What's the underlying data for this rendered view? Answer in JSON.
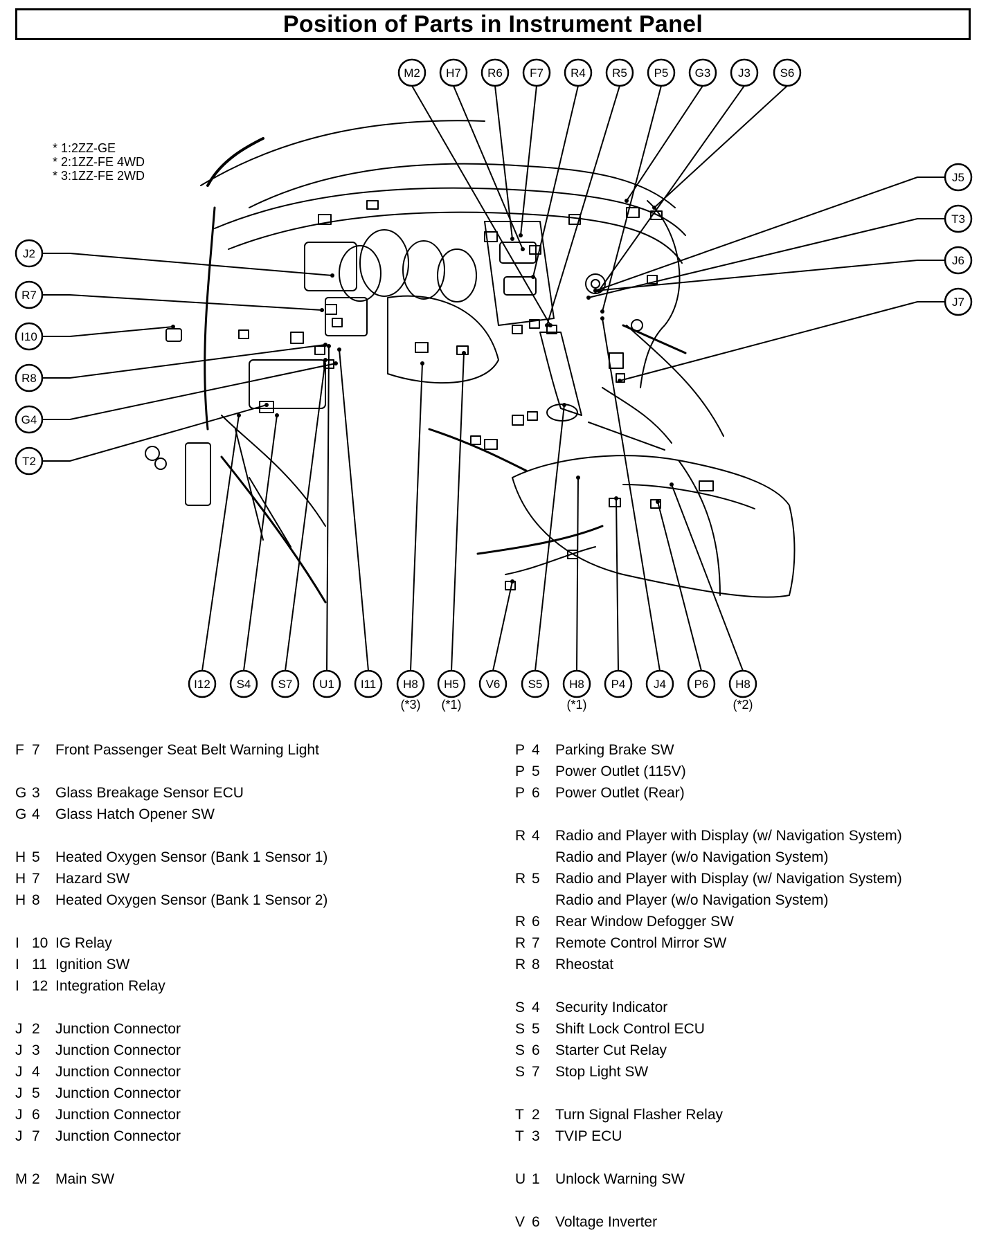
{
  "title": "Position of Parts in Instrument Panel",
  "notes": [
    "* 1:2ZZ-GE",
    "* 2:1ZZ-FE 4WD",
    "* 3:1ZZ-FE 2WD"
  ],
  "labels": {
    "top": [
      "M2",
      "H7",
      "R6",
      "F7",
      "R4",
      "R5",
      "P5",
      "G3",
      "J3",
      "S6"
    ],
    "right": [
      "J5",
      "T3",
      "J6",
      "J7"
    ],
    "left": [
      "J2",
      "R7",
      "I10",
      "R8",
      "G4",
      "T2"
    ],
    "bottom": [
      "I12",
      "S4",
      "S7",
      "U1",
      "I11",
      "H8",
      "H5",
      "V6",
      "S5",
      "H8",
      "P4",
      "J4",
      "P6",
      "H8"
    ],
    "bottom_sub": [
      "(*3)",
      "(*1)",
      "(*1)",
      "(*2)"
    ]
  },
  "legend_left": [
    {
      "l": "F",
      "n": "7",
      "t": "Front Passenger Seat Belt Warning Light"
    },
    {
      "gap": true
    },
    {
      "l": "G",
      "n": "3",
      "t": "Glass Breakage Sensor ECU"
    },
    {
      "l": "G",
      "n": "4",
      "t": "Glass Hatch Opener SW"
    },
    {
      "gap": true
    },
    {
      "l": "H",
      "n": "5",
      "t": "Heated Oxygen Sensor (Bank 1 Sensor 1)"
    },
    {
      "l": "H",
      "n": "7",
      "t": "Hazard SW"
    },
    {
      "l": "H",
      "n": "8",
      "t": "Heated Oxygen Sensor (Bank 1 Sensor 2)"
    },
    {
      "gap": true
    },
    {
      "l": "I",
      "n": "10",
      "t": "IG Relay"
    },
    {
      "l": "I",
      "n": "11",
      "t": "Ignition SW"
    },
    {
      "l": "I",
      "n": "12",
      "t": "Integration Relay"
    },
    {
      "gap": true
    },
    {
      "l": "J",
      "n": "2",
      "t": "Junction Connector"
    },
    {
      "l": "J",
      "n": "3",
      "t": "Junction Connector"
    },
    {
      "l": "J",
      "n": "4",
      "t": "Junction Connector"
    },
    {
      "l": "J",
      "n": "5",
      "t": "Junction Connector"
    },
    {
      "l": "J",
      "n": "6",
      "t": "Junction Connector"
    },
    {
      "l": "J",
      "n": "7",
      "t": "Junction Connector"
    },
    {
      "gap": true
    },
    {
      "l": "M",
      "n": "2",
      "t": "Main SW"
    }
  ],
  "legend_right": [
    {
      "l": "P",
      "n": "4",
      "t": "Parking Brake SW"
    },
    {
      "l": "P",
      "n": "5",
      "t": "Power Outlet (115V)"
    },
    {
      "l": "P",
      "n": "6",
      "t": "Power Outlet (Rear)"
    },
    {
      "gap": true
    },
    {
      "l": "R",
      "n": "4",
      "t": "Radio and Player with Display (w/ Navigation System)"
    },
    {
      "cont": "Radio and Player (w/o Navigation System)"
    },
    {
      "l": "R",
      "n": "5",
      "t": "Radio and Player with Display (w/ Navigation System)"
    },
    {
      "cont": "Radio and Player (w/o Navigation System)"
    },
    {
      "l": "R",
      "n": "6",
      "t": "Rear Window Defogger SW"
    },
    {
      "l": "R",
      "n": "7",
      "t": "Remote Control Mirror SW"
    },
    {
      "l": "R",
      "n": "8",
      "t": "Rheostat"
    },
    {
      "gap": true
    },
    {
      "l": "S",
      "n": "4",
      "t": "Security Indicator"
    },
    {
      "l": "S",
      "n": "5",
      "t": "Shift Lock Control ECU"
    },
    {
      "l": "S",
      "n": "6",
      "t": "Starter Cut Relay"
    },
    {
      "l": "S",
      "n": "7",
      "t": "Stop Light SW"
    },
    {
      "gap": true
    },
    {
      "l": "T",
      "n": "2",
      "t": "Turn Signal Flasher Relay"
    },
    {
      "l": "T",
      "n": "3",
      "t": "TVIP ECU"
    },
    {
      "gap": true
    },
    {
      "l": "U",
      "n": "1",
      "t": "Unlock Warning SW"
    },
    {
      "gap": true
    },
    {
      "l": "V",
      "n": "6",
      "t": "Voltage Inverter"
    }
  ]
}
